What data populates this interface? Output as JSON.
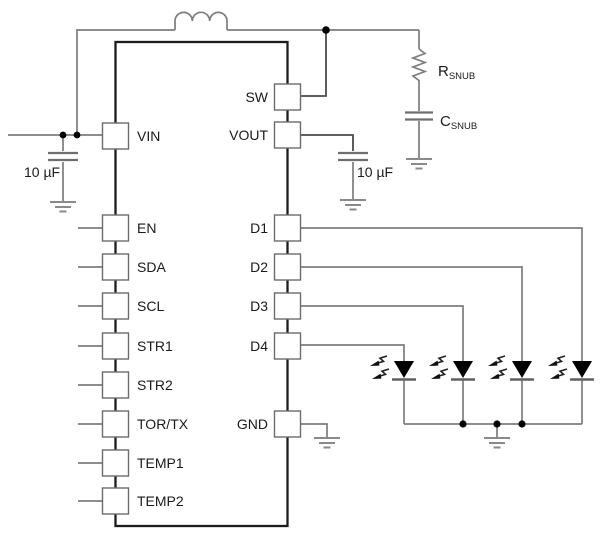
{
  "figure": {
    "kind": "circuit-schematic"
  },
  "ic": {
    "left_pins": [
      {
        "label": "VIN"
      },
      {
        "label": "EN"
      },
      {
        "label": "SDA"
      },
      {
        "label": "SCL"
      },
      {
        "label": "STR1"
      },
      {
        "label": "STR2"
      },
      {
        "label": "TOR/TX"
      },
      {
        "label": "TEMP1"
      },
      {
        "label": "TEMP2"
      }
    ],
    "right_pins": [
      {
        "label": "SW"
      },
      {
        "label": "VOUT"
      },
      {
        "label": "D1"
      },
      {
        "label": "D2"
      },
      {
        "label": "D3"
      },
      {
        "label": "D4"
      },
      {
        "label": "GND"
      }
    ]
  },
  "components": {
    "input_cap": {
      "value": "10 µF"
    },
    "output_cap": {
      "value": "10 µF"
    },
    "snubber_resistor": {
      "ref": "R",
      "sub": "SNUB"
    },
    "snubber_capacitor": {
      "ref": "C",
      "sub": "SNUB"
    },
    "led_count": "4"
  },
  "colors": {
    "background": "#ffffff",
    "wire": "#7d7d7d",
    "ic_outline": "#1c1c1c",
    "text": "#1a1a1a",
    "led_fill": "#000000"
  }
}
